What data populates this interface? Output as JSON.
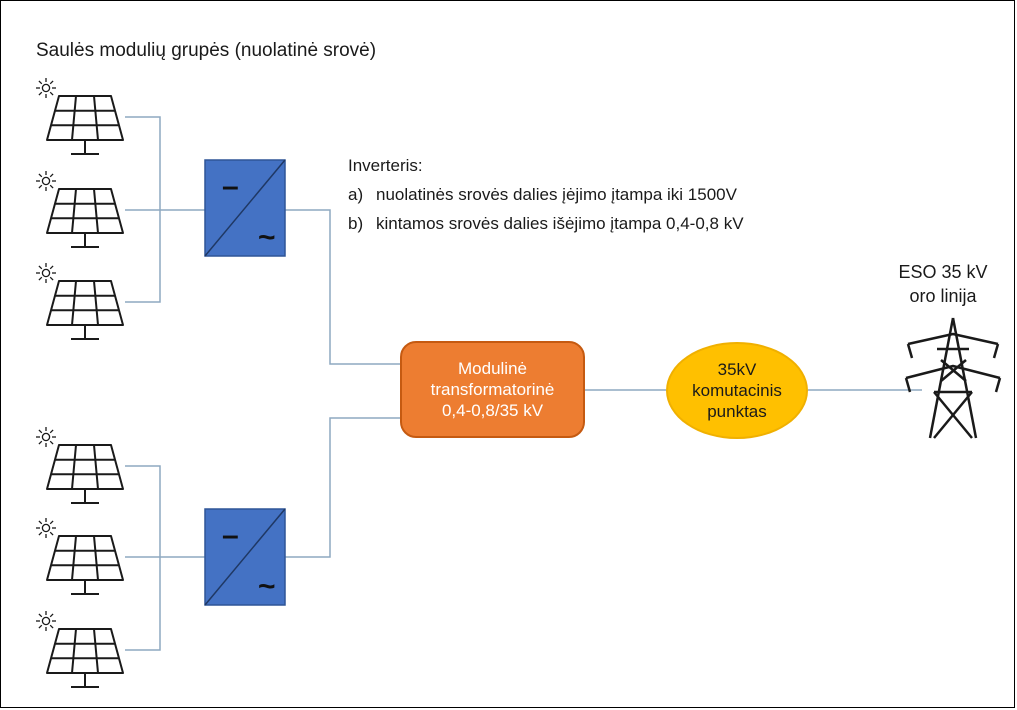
{
  "title": "Saulės modulių grupės (nuolatinė srovė)",
  "inverter": {
    "heading": "Inverteris:",
    "item_a_marker": "a)",
    "item_a": "nuolatinės srovės dalies įėjimo įtampa iki 1500V",
    "item_b_marker": "b)",
    "item_b": "kintamos srovės dalies išėjimo įtampa 0,4-0,8 kV",
    "dc_symbol": "–",
    "ac_symbol": "~"
  },
  "transformer": {
    "line1": "Modulinė",
    "line2": "transformatorinė",
    "line3": "0,4-0,8/35 kV"
  },
  "switchpoint": {
    "line1": "35kV",
    "line2": "komutacinis",
    "line3": "punktas"
  },
  "grid": {
    "line1": "ESO 35 kV",
    "line2": "oro linija"
  },
  "colors": {
    "inverter": "#4472C4",
    "transformer": "#ED7D31",
    "switchpoint": "#FFC000",
    "connector": "#8EA9C1",
    "icon_stroke": "#1a1a1a"
  },
  "icons": [
    "sun-icon",
    "solar-panel-icon",
    "transmission-tower-icon"
  ]
}
